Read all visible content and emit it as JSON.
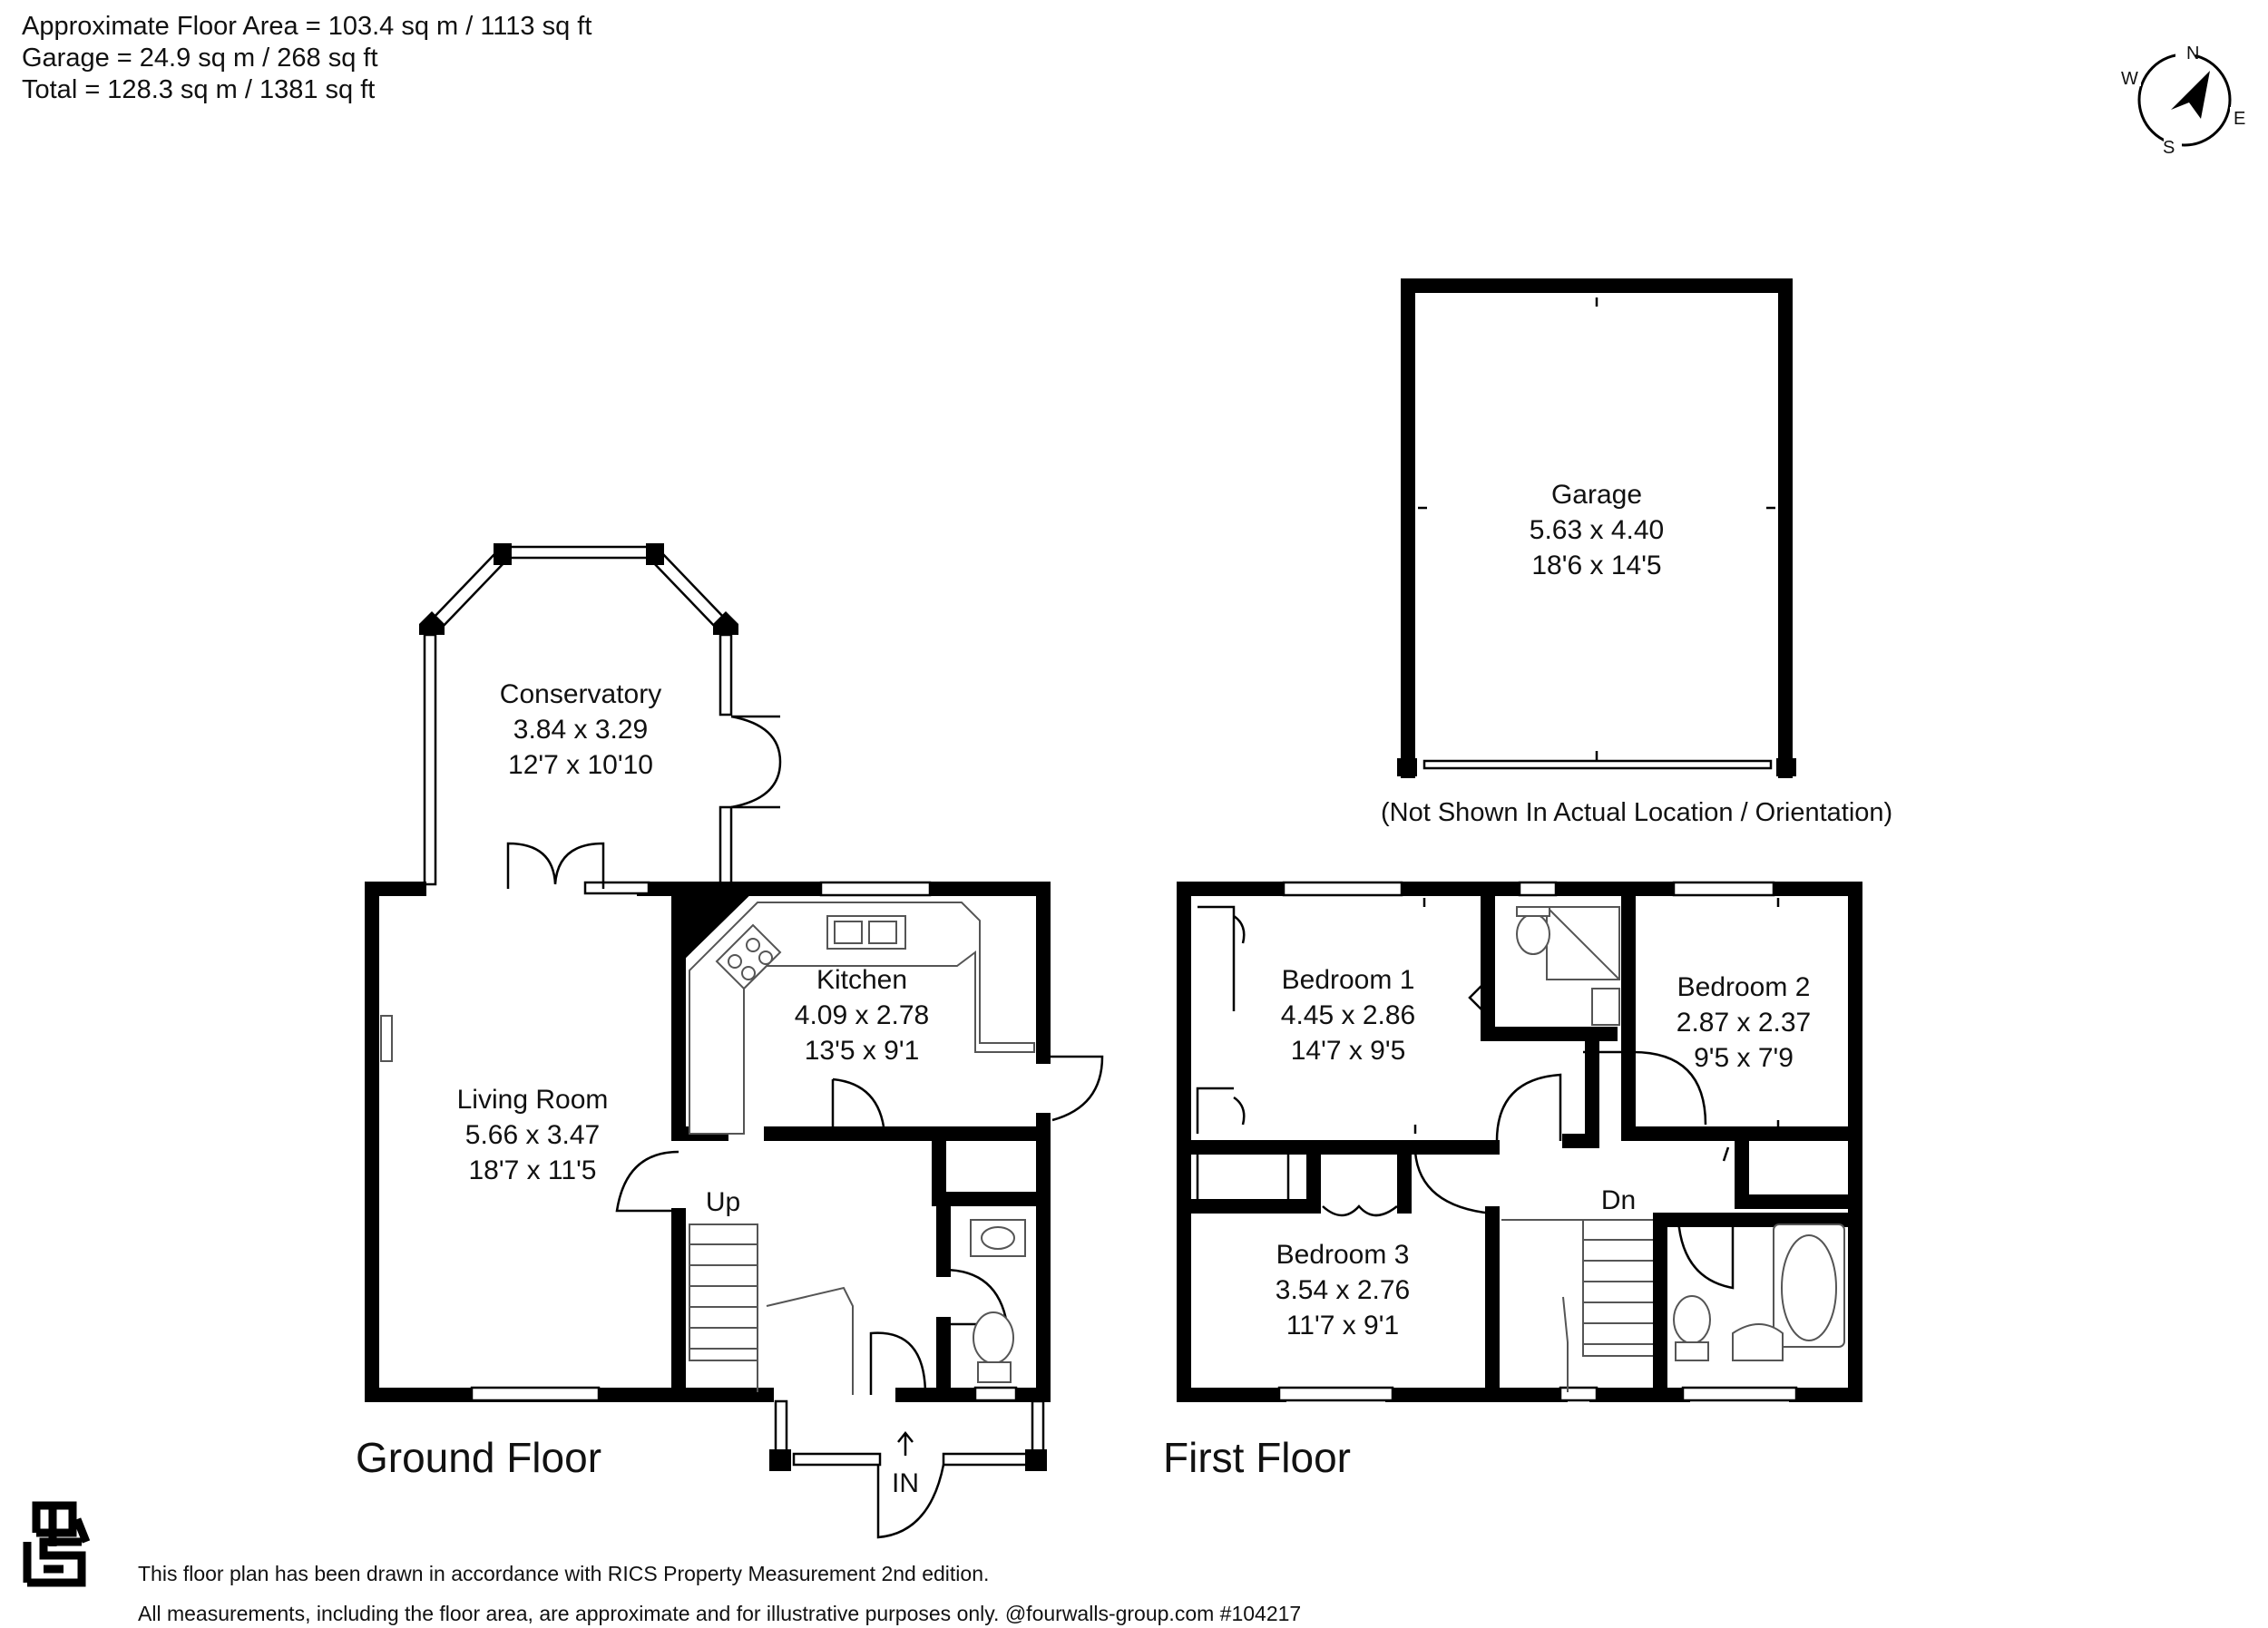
{
  "header": {
    "line1": "Approximate Floor Area = 103.4 sq m / 1113 sq ft",
    "line2": "Garage = 24.9 sq m / 268 sq ft",
    "line3": "Total = 128.3 sq m / 1381 sq ft"
  },
  "compass": {
    "n": "N",
    "e": "E",
    "s": "S",
    "w": "W"
  },
  "garage": {
    "name": "Garage",
    "metric": "5.63 x 4.40",
    "imperial": "18'6 x 14'5",
    "note": "(Not Shown In Actual Location / Orientation)"
  },
  "ground_floor": {
    "title": "Ground Floor",
    "conservatory": {
      "name": "Conservatory",
      "metric": "3.84 x 3.29",
      "imperial": "12'7 x 10'10"
    },
    "kitchen": {
      "name": "Kitchen",
      "metric": "4.09 x 2.78",
      "imperial": "13'5 x 9'1"
    },
    "living_room": {
      "name": "Living Room",
      "metric": "5.66 x 3.47",
      "imperial": "18'7 x 11'5"
    },
    "stairs_up": "Up",
    "entrance": "IN"
  },
  "first_floor": {
    "title": "First Floor",
    "bedroom1": {
      "name": "Bedroom 1",
      "metric": "4.45 x 2.86",
      "imperial": "14'7 x 9'5"
    },
    "bedroom2": {
      "name": "Bedroom 2",
      "metric": "2.87 x 2.37",
      "imperial": "9'5 x 7'9"
    },
    "bedroom3": {
      "name": "Bedroom 3",
      "metric": "3.54 x 2.76",
      "imperial": "11'7 x 9'1"
    },
    "stairs_down": "Dn"
  },
  "footer": {
    "line1": "This floor plan has been drawn in accordance with RICS Property Measurement 2nd edition.",
    "line2": "All measurements, including the floor area, are approximate and for illustrative purposes only. @fourwalls-group.com #104217"
  }
}
